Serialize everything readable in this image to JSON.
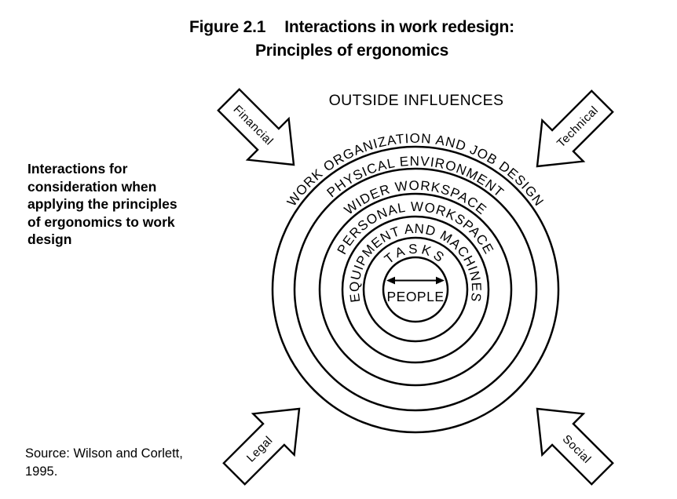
{
  "title": {
    "figure_label": "Figure 2.1",
    "line1": "Interactions in work redesign:",
    "line2": "Principles of ergonomics"
  },
  "side_note": "Interactions for\nconsideration when\napplying the principles\nof ergonomics to work\ndesign",
  "source": "Source: Wilson and Corlett,\n1995.",
  "diagram": {
    "outside_influences_label": "OUTSIDE INFLUENCES",
    "rings": [
      {
        "label": "WORK ORGANIZATION AND JOB DESIGN"
      },
      {
        "label": "PHYSICAL ENVIRONMENT"
      },
      {
        "label": "WIDER WORKSPACE"
      },
      {
        "label": "PERSONAL WORKSPACE"
      },
      {
        "label": "EQUIPMENT AND MACHINES"
      },
      {
        "label": "TASKS"
      }
    ],
    "center_label": "PEOPLE",
    "arrows": [
      {
        "label": "Financial",
        "position": "top-left"
      },
      {
        "label": "Technical",
        "position": "top-right"
      },
      {
        "label": "Legal",
        "position": "bottom-left"
      },
      {
        "label": "Social",
        "position": "bottom-right"
      }
    ]
  },
  "colors": {
    "ink": "#000000",
    "paper": "#ffffff"
  }
}
